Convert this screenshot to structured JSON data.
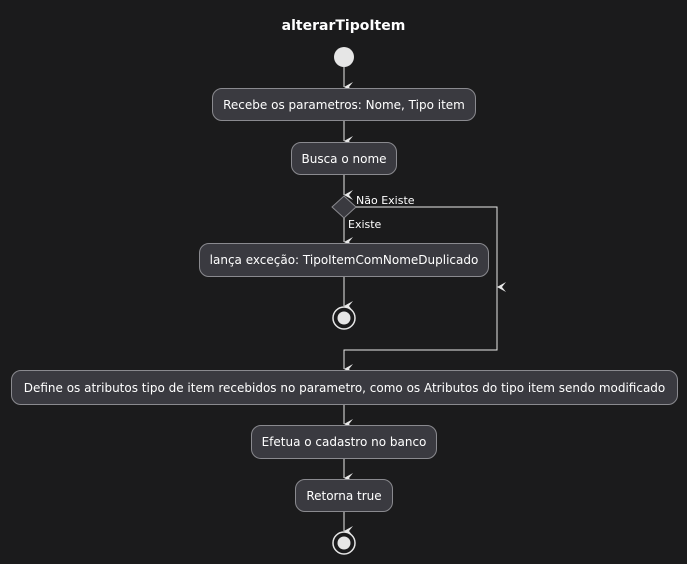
{
  "diagram": {
    "title": "alterarTipoItem",
    "nodes": {
      "receive_params": "Recebe os parametros: Nome, Tipo item",
      "search_name": "Busca o nome",
      "throw_exception": "lança exceção: TipoItemComNomeDuplicado",
      "define_attributes": "Define  os atributos tipo de item recebidos no parametro, como os Atributos do tipo item sendo modificado",
      "register_db": "Efetua o cadastro no banco",
      "return_true": "Retorna true"
    },
    "branches": {
      "not_exists": "Não Existe",
      "exists": "Existe"
    }
  }
}
